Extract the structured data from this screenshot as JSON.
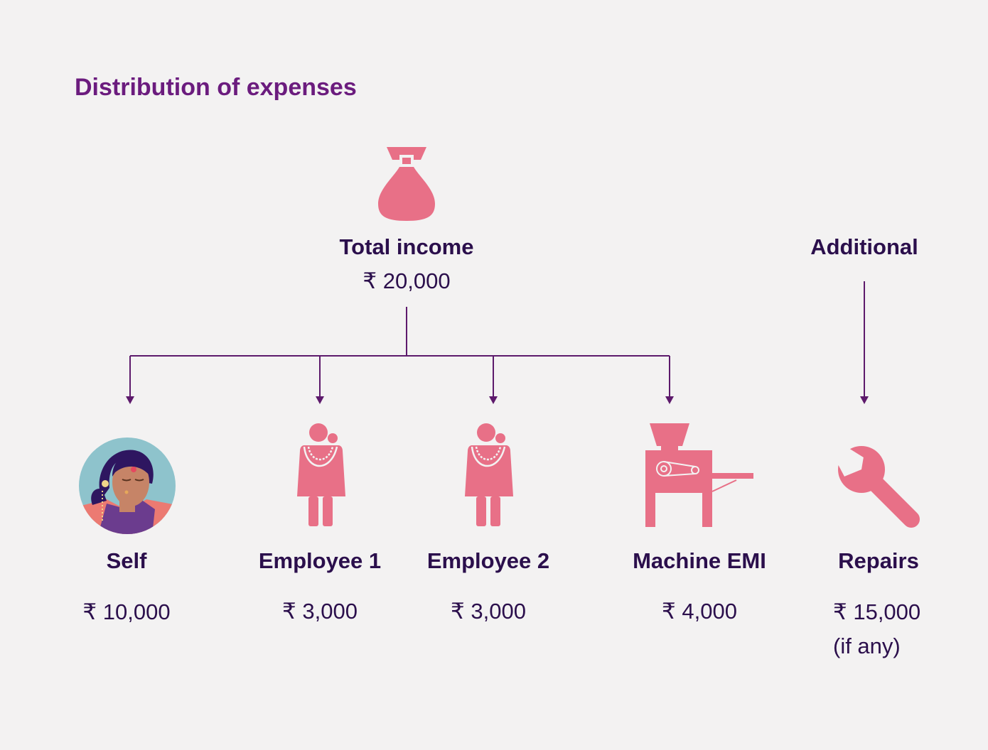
{
  "title": "Distribution of expenses",
  "colors": {
    "accent": "#e87087",
    "line": "#5d1a6c",
    "title": "#6b1c7e",
    "text": "#2b0f4c",
    "background": "#f3f2f2"
  },
  "source": {
    "label": "Total income",
    "amount": "₹ 20,000",
    "icon": "money-bag-icon"
  },
  "additional": {
    "label": "Additional"
  },
  "items": [
    {
      "label": "Self",
      "amount": "₹ 10,000",
      "icon": "woman-portrait-icon"
    },
    {
      "label": "Employee 1",
      "amount": "₹ 3,000",
      "icon": "woman-figure-icon"
    },
    {
      "label": "Employee 2",
      "amount": "₹ 3,000",
      "icon": "woman-figure-icon"
    },
    {
      "label": "Machine EMI",
      "amount": "₹ 4,000",
      "icon": "machine-icon"
    },
    {
      "label": "Repairs",
      "amount": "₹ 15,000",
      "note": "(if any)",
      "icon": "wrench-icon"
    }
  ]
}
